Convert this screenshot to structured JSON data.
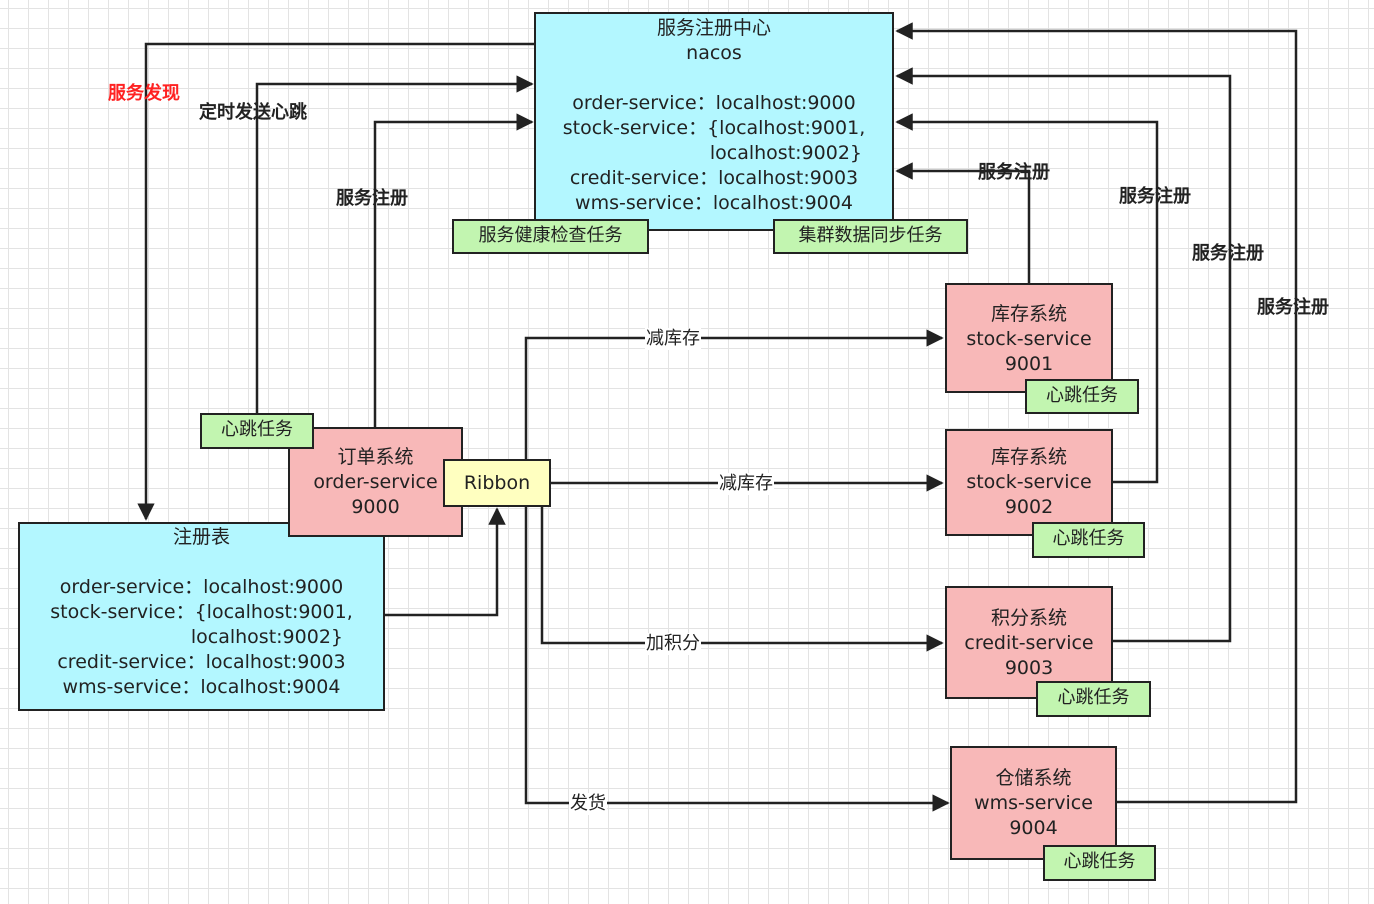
{
  "nacos": {
    "title": "服务注册中心",
    "subtitle": "nacos",
    "lines": [
      "order-service：localhost:9000",
      "stock-service：{localhost:9001,",
      "localhost:9002}",
      "credit-service：localhost:9003",
      "wms-service：localhost:9004"
    ],
    "health_task": "服务健康检查任务",
    "sync_task": "集群数据同步任务"
  },
  "registry_table": {
    "title": "注册表",
    "lines": [
      "order-service：localhost:9000",
      "stock-service：{localhost:9001,",
      "localhost:9002}",
      "credit-service：localhost:9003",
      "wms-service：localhost:9004"
    ]
  },
  "order_system": {
    "name": "订单系统",
    "service": "order-service",
    "port": "9000",
    "heartbeat": "心跳任务"
  },
  "ribbon": {
    "label": "Ribbon"
  },
  "stock_9001": {
    "name": "库存系统",
    "service": "stock-service",
    "port": "9001",
    "heartbeat": "心跳任务"
  },
  "stock_9002": {
    "name": "库存系统",
    "service": "stock-service",
    "port": "9002",
    "heartbeat": "心跳任务"
  },
  "credit": {
    "name": "积分系统",
    "service": "credit-service",
    "port": "9003",
    "heartbeat": "心跳任务"
  },
  "wms": {
    "name": "仓储系统",
    "service": "wms-service",
    "port": "9004",
    "heartbeat": "心跳任务"
  },
  "labels": {
    "service_discovery": "服务发现",
    "heartbeat_timer": "定时发送心跳",
    "register_order": "服务注册",
    "register_stock1": "服务注册",
    "register_stock2": "服务注册",
    "register_credit": "服务注册",
    "register_wms": "服务注册",
    "reduce_stock_1": "减库存",
    "reduce_stock_2": "减库存",
    "add_points": "加积分",
    "ship": "发货"
  },
  "colors": {
    "registry": "#b3f7ff",
    "service_node": "#f8b8b8",
    "task": "#c2f5b0",
    "ribbon": "#ffffc0",
    "discovery_label": "#ff2222"
  }
}
